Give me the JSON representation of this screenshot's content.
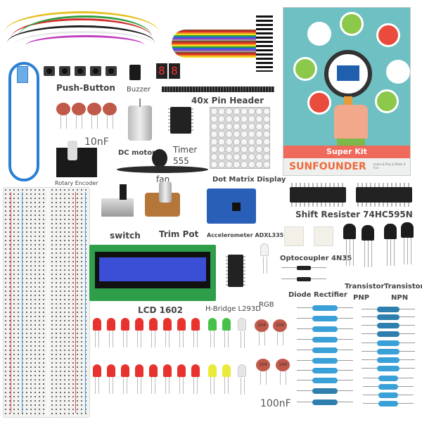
{
  "image": {
    "subject": "Electronics starter kit components laid out on white background",
    "background": "#ffffff"
  },
  "kit_book": {
    "banner": "Super Kit",
    "brand": "SUNFOUNDER",
    "subtitle": "Learn & Play & Make It Fun",
    "colors": {
      "cover": "#6fc0c3",
      "banner": "#ef6a5a",
      "brand_text": "#ef6a3a"
    }
  },
  "labels": {
    "push_button": "Push-Button",
    "buzzer": "Buzzer",
    "pin_header": "40x Pin Header",
    "cap_10nf": "10nF",
    "dc_motor": "DC motor",
    "timer": "Timer",
    "timer_555": "555",
    "fan": "fan",
    "rotary_encoder": "Rotary Encoder",
    "dot_matrix": "Dot Matrix Display",
    "switch": "switch",
    "trim_pot": "Trim Pot",
    "accelerometer": "Accelerometer ADXL335",
    "shift_register": "Shift Resister 74HC595N",
    "optocoupler": "Optocoupler 4N35",
    "diode": "Diode Rectifier",
    "transistor_pnp_1": "Transistor",
    "transistor_pnp_2": "PNP",
    "transistor_npn_1": "Transistor",
    "transistor_npn_2": "NPN",
    "lcd": "LCD 1602",
    "h_bridge": "H-Bridge L293D",
    "rgb": "RGB",
    "cap_100nf": "100nF"
  },
  "components": {
    "seven_segment": [
      "8",
      "8"
    ],
    "cap_104_marking": "104",
    "ic_marking": "74HC595N",
    "led_rows": [
      [
        "red",
        "red",
        "red",
        "red",
        "red",
        "red",
        "red",
        "red",
        "green",
        "green",
        "white"
      ],
      [
        "red",
        "red",
        "red",
        "red",
        "red",
        "red",
        "red",
        "red",
        "yellow",
        "yellow",
        "white"
      ]
    ],
    "colors": {
      "red": "#e8322d",
      "green": "#46c24a",
      "yellow": "#eaea3a",
      "white": "#e6e6e6",
      "resistor": "#3aa0d8",
      "cap": "#c0594a",
      "lcd_pcb": "#2e9e4b",
      "lcd_screen": "#3a4fd6",
      "usb_cable": "#2a7fd4",
      "accelerometer_pcb": "#2a5fb8"
    }
  }
}
